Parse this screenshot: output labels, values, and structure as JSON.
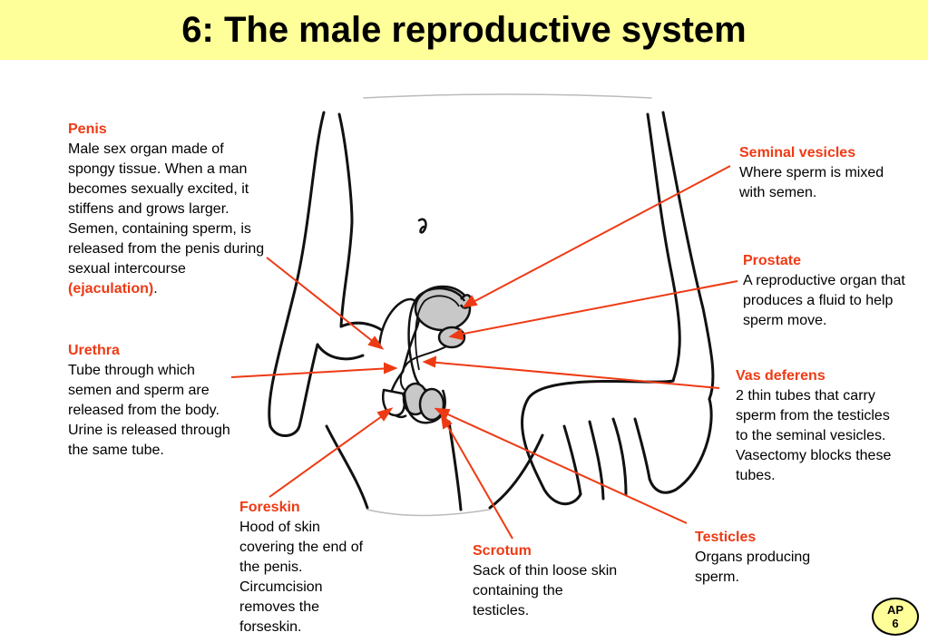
{
  "page": {
    "title": "6: The male reproductive system"
  },
  "labels": {
    "penis": {
      "head": "Penis",
      "body": "Male sex organ made of spongy tissue. When a man becomes sexually excited, it stiffens and grows larger. Semen, containing sperm, is released from the penis during sexual intercourse ",
      "highlight": "(ejaculation)",
      "tail": "."
    },
    "urethra": {
      "head": "Urethra",
      "body": "Tube through which semen and sperm are released from the body. Urine is released through the same tube."
    },
    "foreskin": {
      "head": "Foreskin",
      "body": "Hood of skin covering the end of the penis. Circumcision removes the forseskin."
    },
    "scrotum": {
      "head": "Scrotum",
      "body": "Sack of thin loose skin containing the testicles."
    },
    "testicles": {
      "head": "Testicles",
      "body": "Organs producing sperm."
    },
    "vas_deferens": {
      "head": "Vas deferens",
      "body": "2 thin tubes that carry sperm from the testicles to the seminal vesicles. Vasectomy blocks these tubes."
    },
    "prostate": {
      "head": "Prostate",
      "body": "A reproductive organ that produces a fluid to help sperm move."
    },
    "seminal_vesicles": {
      "head": "Seminal vesicles",
      "body": "Where sperm is mixed with semen."
    }
  },
  "badge": {
    "line1": "AP",
    "line2": "6"
  },
  "colors": {
    "accent": "#ee3a14",
    "title_bg": "#ffff99",
    "organ": "#c8c8c8"
  }
}
